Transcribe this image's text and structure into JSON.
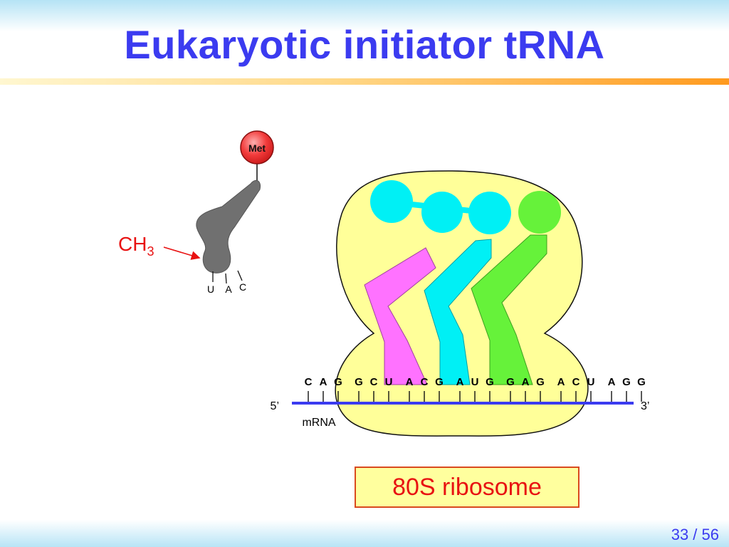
{
  "slide": {
    "title": "Eukaryotic initiator tRNA",
    "page": "33 / 56"
  },
  "free_trna": {
    "amino_acid": "Met",
    "modification": "CH",
    "modification_sub": "3",
    "anticodon": [
      "U",
      "A",
      "C"
    ]
  },
  "mrna": {
    "label": "mRNA",
    "five_prime": "5’",
    "three_prime": "3’",
    "codons": [
      "CAG",
      "GCU",
      "ACG",
      "AUG",
      "GAG",
      "ACU",
      "AGG"
    ]
  },
  "ribosome": {
    "caption": "80S ribosome"
  },
  "colors": {
    "title": "#3b3bf0",
    "ribosome_fill": "#ffff99",
    "trna_gray": "#707070",
    "trna_pink": "#ff72ff",
    "trna_cyan": "#00f0f5",
    "trna_green": "#66f23a",
    "met_ball": "#f23b3b",
    "mrna_line": "#3b3bf0",
    "accent_red": "#e81212"
  }
}
